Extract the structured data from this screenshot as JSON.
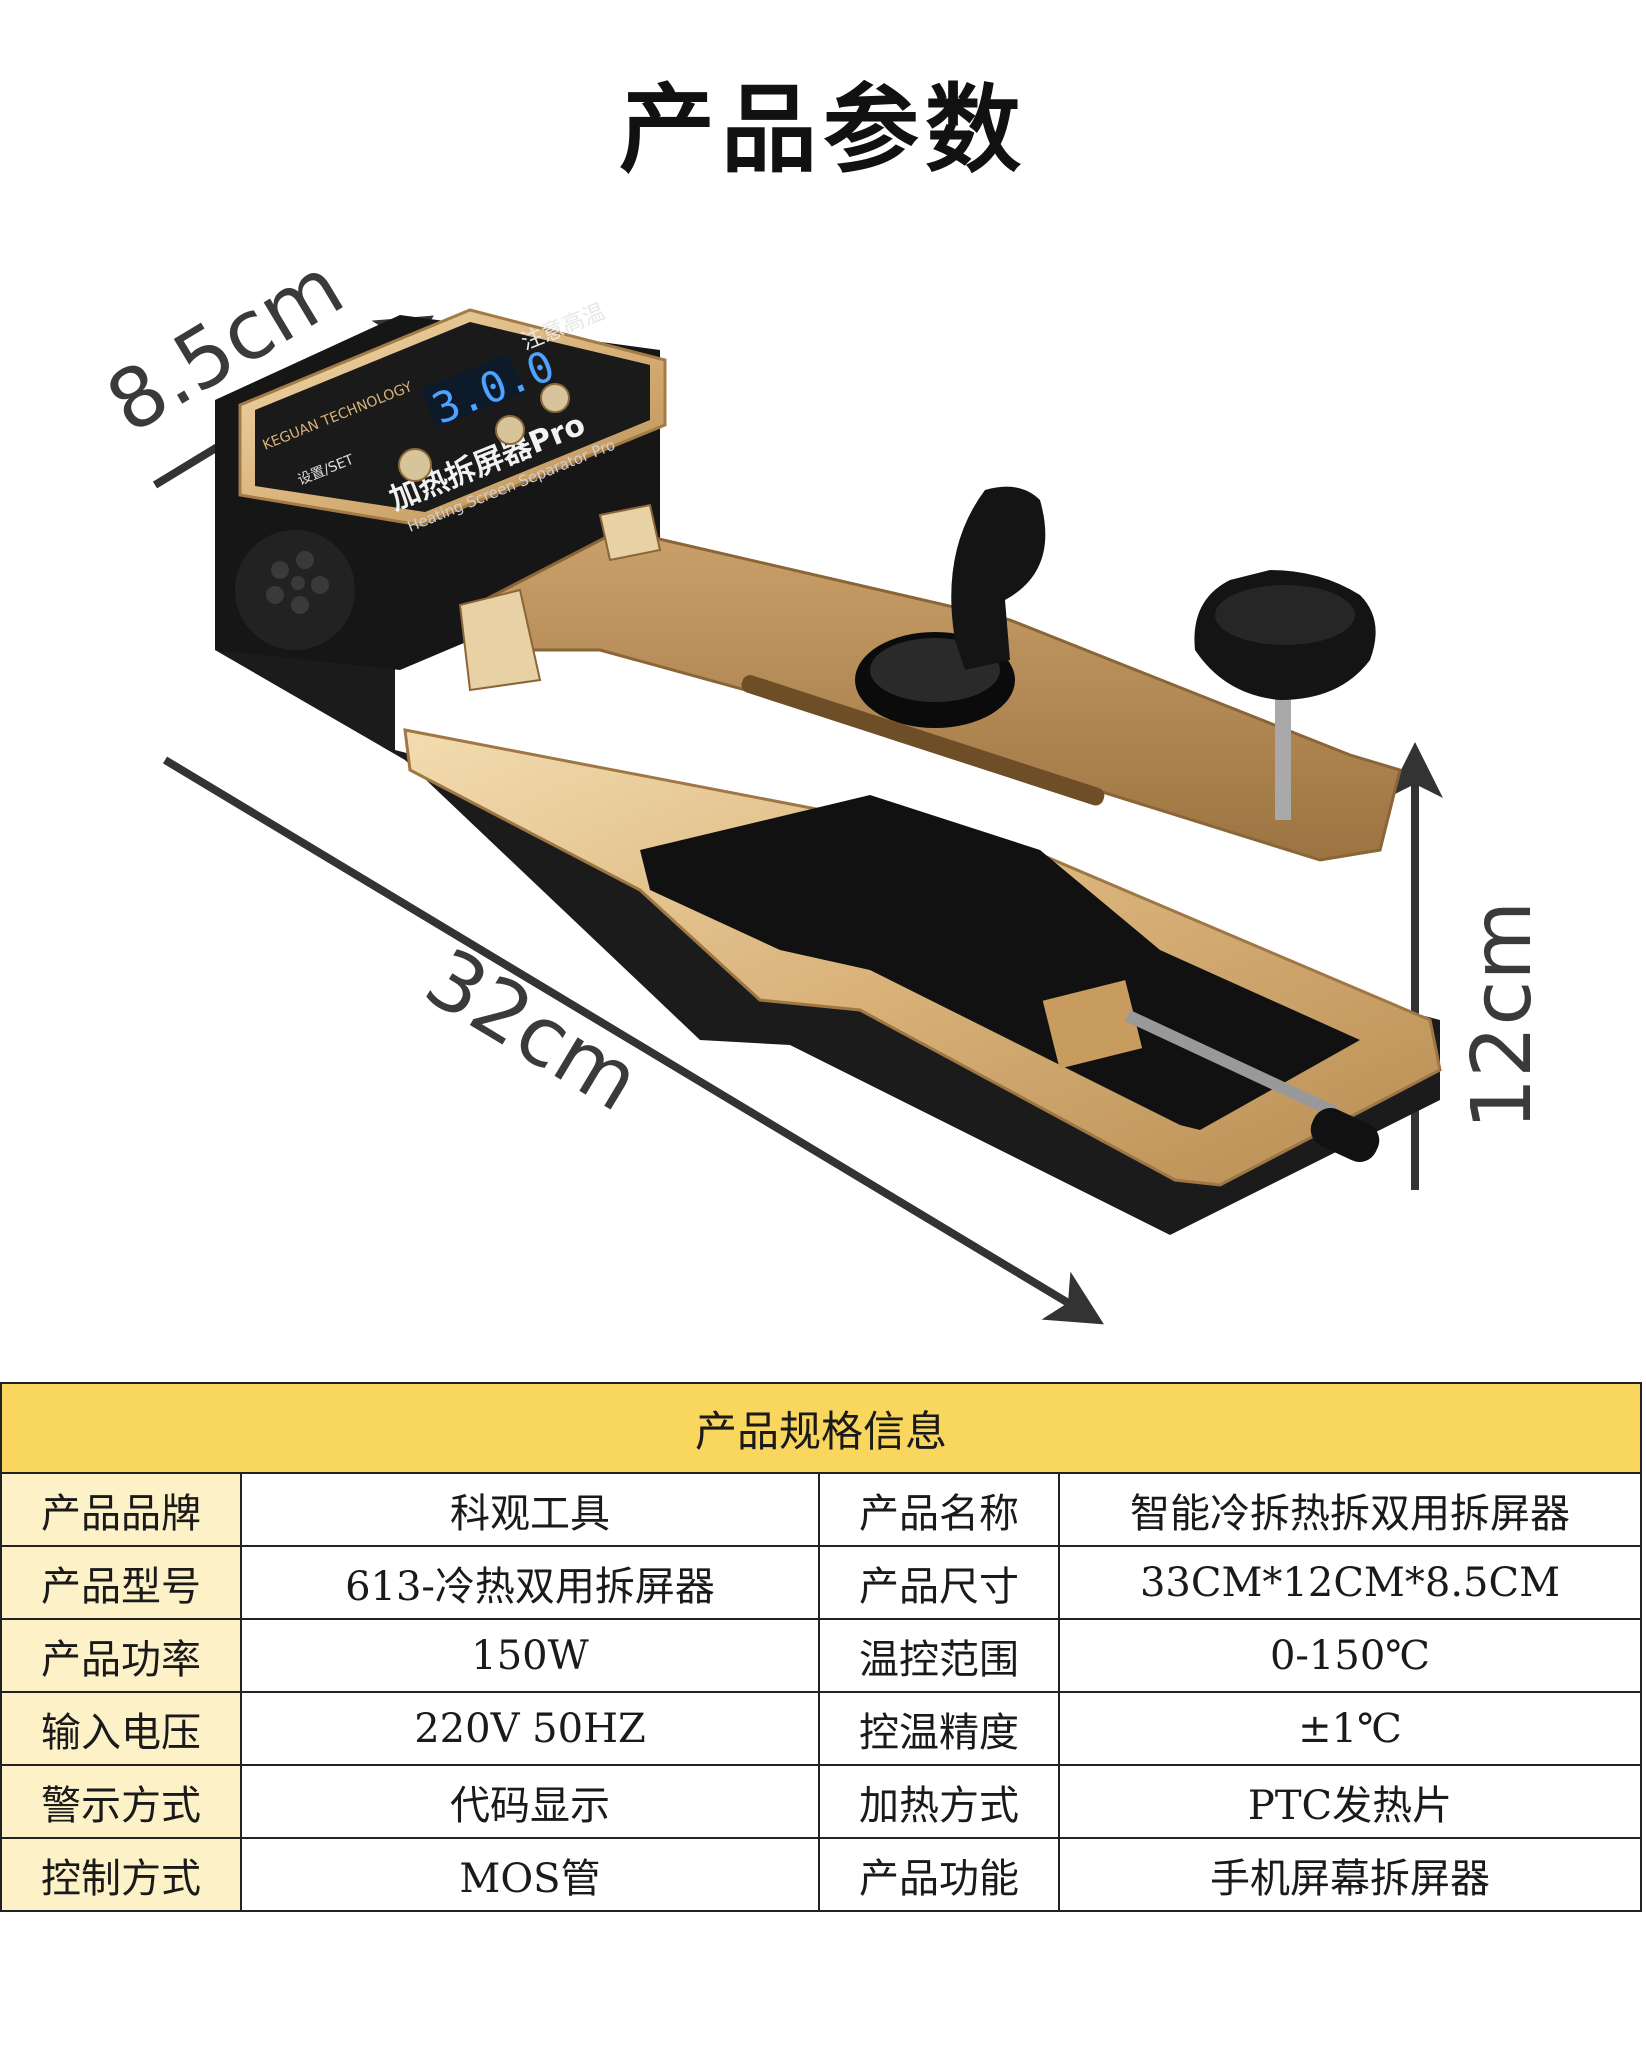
{
  "page_title": "产品参数",
  "dimensions": {
    "depth": "8.5cm",
    "length": "32cm",
    "height": "12cm"
  },
  "device_panel": {
    "display": "3.0.0",
    "warning": "注意高温",
    "name_cn": "加热拆屏器Pro",
    "name_en": "Heating Screen Separator Pro",
    "set_button": "设置/SET",
    "brand": "KEGUAN TECHNOLOGY"
  },
  "table": {
    "header": "产品规格信息",
    "rows": [
      {
        "l1": "产品品牌",
        "v1": "科观工具",
        "l2": "产品名称",
        "v2": "智能冷拆热拆双用拆屏器"
      },
      {
        "l1": "产品型号",
        "v1": "613-冷热双用拆屏器",
        "l2": "产品尺寸",
        "v2": "33CM*12CM*8.5CM"
      },
      {
        "l1": "产品功率",
        "v1": "150W",
        "l2": "温控范围",
        "v2": "0-150℃"
      },
      {
        "l1": "输入电压",
        "v1": "220V 50HZ",
        "l2": "控温精度",
        "v2": "±1℃"
      },
      {
        "l1": "警示方式",
        "v1": "代码显示",
        "l2": "加热方式",
        "v2": "PTC发热片"
      },
      {
        "l1": "控制方式",
        "v1": "MOS管",
        "l2": "产品功能",
        "v2": "手机屏幕拆屏器"
      }
    ]
  }
}
